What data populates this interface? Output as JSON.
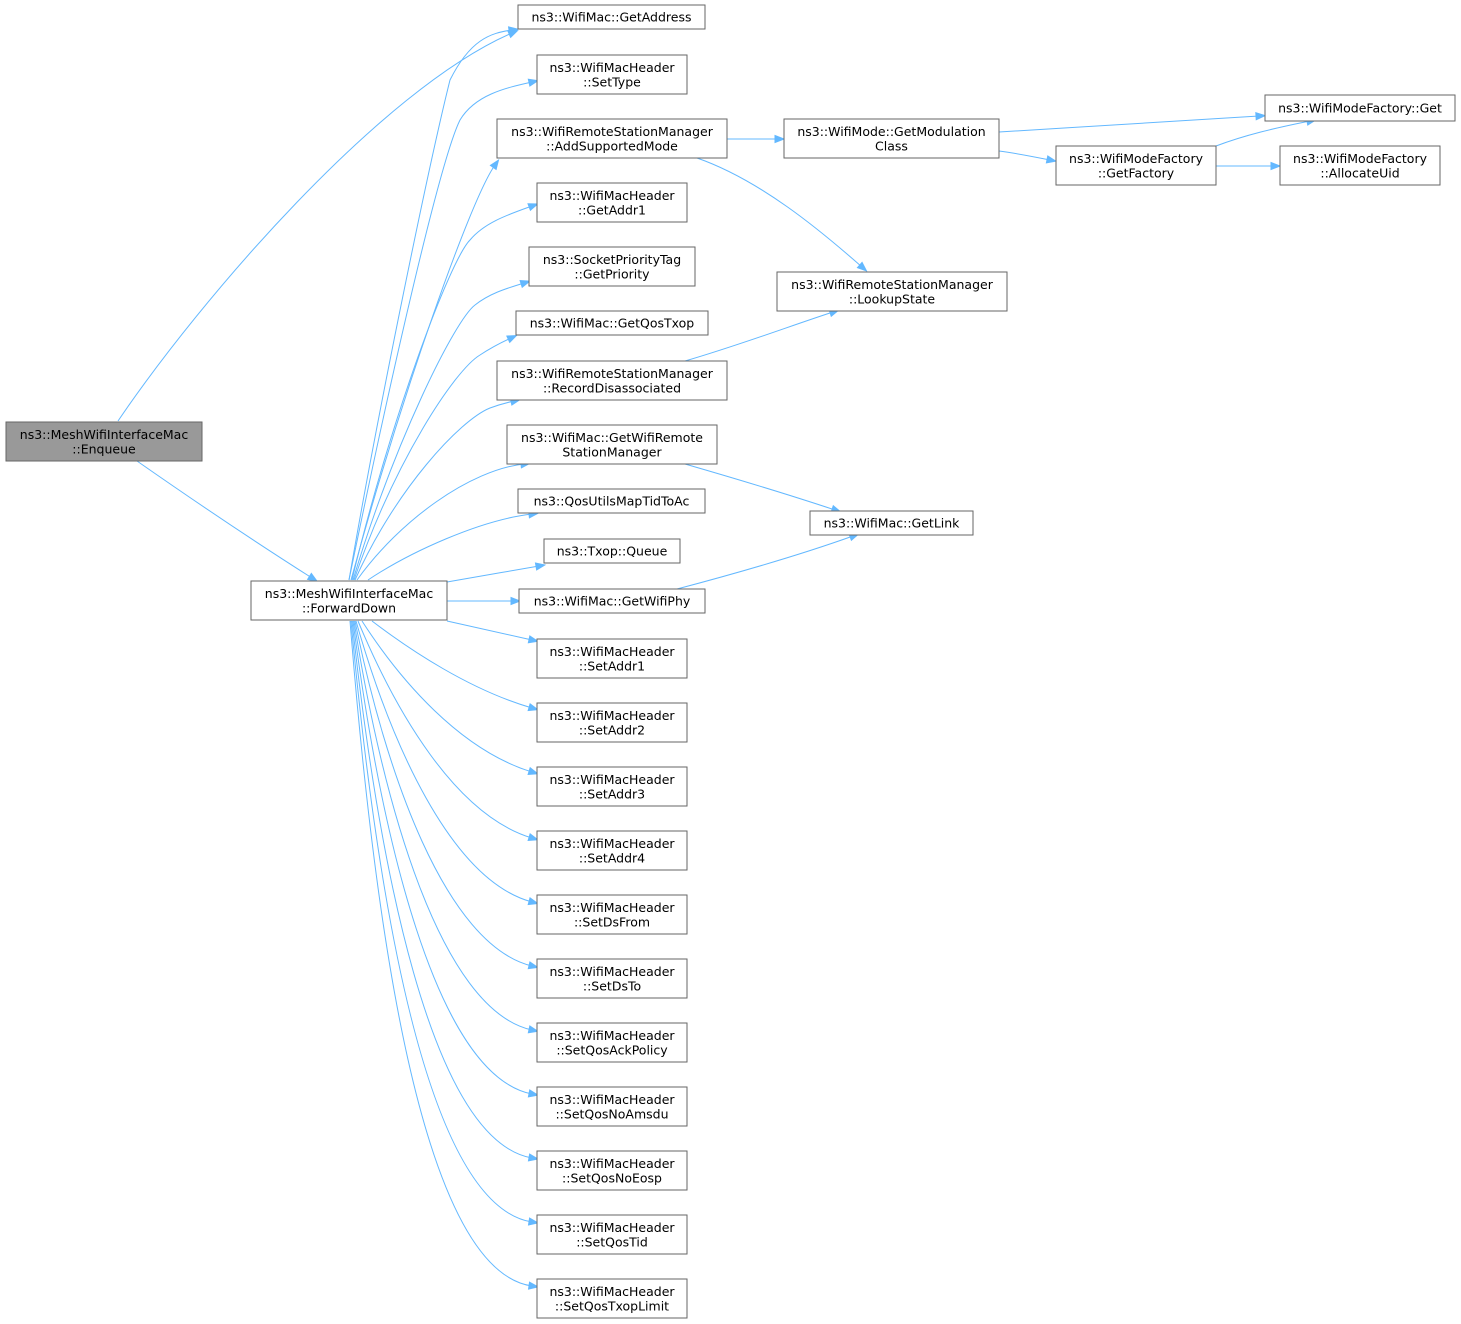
{
  "nodes": {
    "enqueue": [
      "ns3::MeshWifiInterfaceMac",
      "::Enqueue"
    ],
    "forwarddown": [
      "ns3::MeshWifiInterfaceMac",
      "::ForwardDown"
    ],
    "getaddress": [
      "ns3::WifiMac::GetAddress"
    ],
    "settype": [
      "ns3::WifiMacHeader",
      "::SetType"
    ],
    "addsupportedmode": [
      "ns3::WifiRemoteStationManager",
      "::AddSupportedMode"
    ],
    "getaddr1": [
      "ns3::WifiMacHeader",
      "::GetAddr1"
    ],
    "getpriority": [
      "ns3::SocketPriorityTag",
      "::GetPriority"
    ],
    "getqostxop": [
      "ns3::WifiMac::GetQosTxop"
    ],
    "recorddisassociated": [
      "ns3::WifiRemoteStationManager",
      "::RecordDisassociated"
    ],
    "getwifiremotestationmanager": [
      "ns3::WifiMac::GetWifiRemote",
      "StationManager"
    ],
    "qosutilsmaptidtoac": [
      "ns3::QosUtilsMapTidToAc"
    ],
    "txopqueue": [
      "ns3::Txop::Queue"
    ],
    "getwifiphy": [
      "ns3::WifiMac::GetWifiPhy"
    ],
    "setaddr1": [
      "ns3::WifiMacHeader",
      "::SetAddr1"
    ],
    "setaddr2": [
      "ns3::WifiMacHeader",
      "::SetAddr2"
    ],
    "setaddr3": [
      "ns3::WifiMacHeader",
      "::SetAddr3"
    ],
    "setaddr4": [
      "ns3::WifiMacHeader",
      "::SetAddr4"
    ],
    "setdsfrom": [
      "ns3::WifiMacHeader",
      "::SetDsFrom"
    ],
    "setdsto": [
      "ns3::WifiMacHeader",
      "::SetDsTo"
    ],
    "setqosackpolicy": [
      "ns3::WifiMacHeader",
      "::SetQosAckPolicy"
    ],
    "setqosnoamsdu": [
      "ns3::WifiMacHeader",
      "::SetQosNoAmsdu"
    ],
    "setqosnoeosp": [
      "ns3::WifiMacHeader",
      "::SetQosNoEosp"
    ],
    "setqostid": [
      "ns3::WifiMacHeader",
      "::SetQosTid"
    ],
    "setqostxoplimit": [
      "ns3::WifiMacHeader",
      "::SetQosTxopLimit"
    ],
    "getmodulationclass": [
      "ns3::WifiMode::GetModulation",
      "Class"
    ],
    "lookupstate": [
      "ns3::WifiRemoteStationManager",
      "::LookupState"
    ],
    "getlink": [
      "ns3::WifiMac::GetLink"
    ],
    "wifimodefactoryget": [
      "ns3::WifiModeFactory::Get"
    ],
    "getfactory": [
      "ns3::WifiModeFactory",
      "::GetFactory"
    ],
    "allocateuid": [
      "ns3::WifiModeFactory",
      "::AllocateUid"
    ]
  },
  "edges": [
    [
      "enqueue",
      "getaddress"
    ],
    [
      "enqueue",
      "forwarddown"
    ],
    [
      "forwarddown",
      "getaddress"
    ],
    [
      "forwarddown",
      "settype"
    ],
    [
      "forwarddown",
      "addsupportedmode"
    ],
    [
      "forwarddown",
      "getaddr1"
    ],
    [
      "forwarddown",
      "getpriority"
    ],
    [
      "forwarddown",
      "getqostxop"
    ],
    [
      "forwarddown",
      "recorddisassociated"
    ],
    [
      "forwarddown",
      "getwifiremotestationmanager"
    ],
    [
      "forwarddown",
      "qosutilsmaptidtoac"
    ],
    [
      "forwarddown",
      "txopqueue"
    ],
    [
      "forwarddown",
      "getwifiphy"
    ],
    [
      "forwarddown",
      "setaddr1"
    ],
    [
      "forwarddown",
      "setaddr2"
    ],
    [
      "forwarddown",
      "setaddr3"
    ],
    [
      "forwarddown",
      "setaddr4"
    ],
    [
      "forwarddown",
      "setdsfrom"
    ],
    [
      "forwarddown",
      "setdsto"
    ],
    [
      "forwarddown",
      "setqosackpolicy"
    ],
    [
      "forwarddown",
      "setqosnoamsdu"
    ],
    [
      "forwarddown",
      "setqosnoeosp"
    ],
    [
      "forwarddown",
      "setqostid"
    ],
    [
      "forwarddown",
      "setqostxoplimit"
    ],
    [
      "addsupportedmode",
      "getmodulationclass"
    ],
    [
      "addsupportedmode",
      "lookupstate"
    ],
    [
      "recorddisassociated",
      "lookupstate"
    ],
    [
      "getwifiremotestationmanager",
      "getlink"
    ],
    [
      "getwifiphy",
      "getlink"
    ],
    [
      "getmodulationclass",
      "wifimodefactoryget"
    ],
    [
      "getmodulationclass",
      "getfactory"
    ],
    [
      "getfactory",
      "wifimodefactoryget"
    ],
    [
      "getfactory",
      "allocateuid"
    ]
  ],
  "highlighted_node": "enqueue",
  "colors": {
    "edge": "#63b8ff",
    "node_border": "#666666",
    "highlight_fill": "#999999"
  }
}
